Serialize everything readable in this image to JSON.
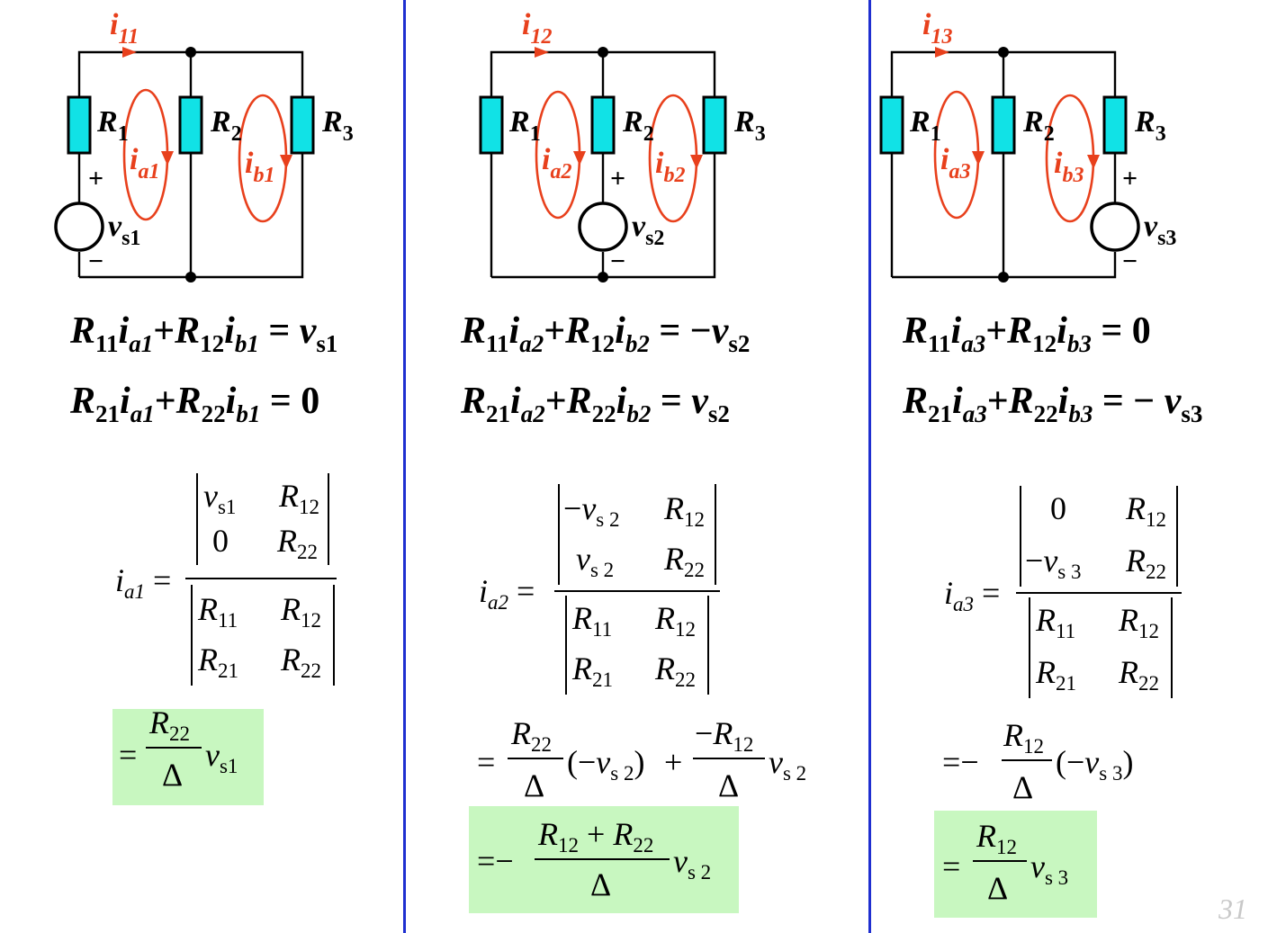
{
  "colors": {
    "divider": "#1f2fd0",
    "resistor": "#11e2e6",
    "current": "#e8401c",
    "highlight": "#c8f7c0",
    "page_number": "#c8c8c8"
  },
  "icons": {
    "resistor": "resistor-icon",
    "source": "voltage-source-icon",
    "node": "node-dot-icon",
    "loop": "mesh-loop-arrow-icon"
  },
  "page_number": "31",
  "panels": [
    {
      "circuit": {
        "branch_current": {
          "main": "i",
          "sub": "11"
        },
        "resistors": [
          {
            "main": "R",
            "sub": "1"
          },
          {
            "main": "R",
            "sub": "2"
          },
          {
            "main": "R",
            "sub": "3"
          }
        ],
        "loops": [
          {
            "main": "i",
            "sub": "a1"
          },
          {
            "main": "i",
            "sub": "b1"
          }
        ],
        "source": {
          "main": "v",
          "sub": "s1",
          "plus": "+",
          "minus": "−"
        }
      },
      "equations": [
        {
          "r_a": "11",
          "i_a": "a1",
          "r_b": "12",
          "i_b": "b1",
          "rhs_sign": "",
          "rhs_main": "v",
          "rhs_sub": "s1",
          "rhs_const": ""
        },
        {
          "r_a": "21",
          "i_a": "a1",
          "r_b": "22",
          "i_b": "b1",
          "rhs_sign": "",
          "rhs_main": "",
          "rhs_sub": "",
          "rhs_const": "0"
        }
      ],
      "solution": {
        "lhs_sub": "a1",
        "numerator": [
          [
            {
              "pre": "",
              "main": "v",
              "sub": "s1"
            },
            {
              "pre": "",
              "main": "R",
              "sub": "12"
            }
          ],
          [
            {
              "pre": "",
              "main": "0",
              "sub": ""
            },
            {
              "pre": "",
              "main": "R",
              "sub": "22"
            }
          ]
        ],
        "denominator": [
          [
            {
              "main": "R",
              "sub": "11"
            },
            {
              "main": "R",
              "sub": "12"
            }
          ],
          [
            {
              "main": "R",
              "sub": "21"
            },
            {
              "main": "R",
              "sub": "22"
            }
          ]
        ],
        "result": {
          "num_main": "R",
          "num_sub": "22",
          "den": "Δ",
          "factor_main": "v",
          "factor_sub": "s1"
        }
      }
    },
    {
      "circuit": {
        "branch_current": {
          "main": "i",
          "sub": "12"
        },
        "resistors": [
          {
            "main": "R",
            "sub": "1"
          },
          {
            "main": "R",
            "sub": "2"
          },
          {
            "main": "R",
            "sub": "3"
          }
        ],
        "loops": [
          {
            "main": "i",
            "sub": "a2"
          },
          {
            "main": "i",
            "sub": "b2"
          }
        ],
        "source": {
          "main": "v",
          "sub": "s2",
          "plus": "+",
          "minus": "−"
        }
      },
      "equations": [
        {
          "r_a": "11",
          "i_a": "a2",
          "r_b": "12",
          "i_b": "b2",
          "rhs_sign": "−",
          "rhs_main": "v",
          "rhs_sub": "s2",
          "rhs_const": ""
        },
        {
          "r_a": "21",
          "i_a": "a2",
          "r_b": "22",
          "i_b": "b2",
          "rhs_sign": "",
          "rhs_main": "v",
          "rhs_sub": "s2",
          "rhs_const": ""
        }
      ],
      "solution": {
        "lhs_sub": "a2",
        "numerator": [
          [
            {
              "pre": "−",
              "main": "v",
              "sub": "s 2"
            },
            {
              "pre": "",
              "main": "R",
              "sub": "12"
            }
          ],
          [
            {
              "pre": "",
              "main": "v",
              "sub": "s 2"
            },
            {
              "pre": "",
              "main": "R",
              "sub": "22"
            }
          ]
        ],
        "denominator": [
          [
            {
              "main": "R",
              "sub": "11"
            },
            {
              "main": "R",
              "sub": "12"
            }
          ],
          [
            {
              "main": "R",
              "sub": "21"
            },
            {
              "main": "R",
              "sub": "22"
            }
          ]
        ],
        "expansion": {
          "t1_num_main": "R",
          "t1_num_sub": "22",
          "t1_den": "Δ",
          "t1_factor_open": "(−",
          "t1_factor_main": "v",
          "t1_factor_sub": "s 2",
          "t1_factor_close": ")",
          "plus": "+",
          "t2_num_pre": "−",
          "t2_num_main": "R",
          "t2_num_sub": "12",
          "t2_den": "Δ",
          "t2_factor_main": "v",
          "t2_factor_sub": "s 2"
        },
        "result": {
          "sign": "−",
          "num_a_main": "R",
          "num_a_sub": "12",
          "num_op": "+",
          "num_b_main": "R",
          "num_b_sub": "22",
          "den": "Δ",
          "factor_main": "v",
          "factor_sub": "s 2"
        }
      }
    },
    {
      "circuit": {
        "branch_current": {
          "main": "i",
          "sub": "13"
        },
        "resistors": [
          {
            "main": "R",
            "sub": "1"
          },
          {
            "main": "R",
            "sub": "2"
          },
          {
            "main": "R",
            "sub": "3"
          }
        ],
        "loops": [
          {
            "main": "i",
            "sub": "a3"
          },
          {
            "main": "i",
            "sub": "b3"
          }
        ],
        "source": {
          "main": "v",
          "sub": "s3",
          "plus": "+",
          "minus": "−"
        }
      },
      "equations": [
        {
          "r_a": "11",
          "i_a": "a3",
          "r_b": "12",
          "i_b": "b3",
          "rhs_sign": "",
          "rhs_main": "",
          "rhs_sub": "",
          "rhs_const": "0"
        },
        {
          "r_a": "21",
          "i_a": "a3",
          "r_b": "22",
          "i_b": "b3",
          "rhs_sign": "− ",
          "rhs_main": "v",
          "rhs_sub": "s3",
          "rhs_const": ""
        }
      ],
      "solution": {
        "lhs_sub": "a3",
        "numerator": [
          [
            {
              "pre": "",
              "main": "0",
              "sub": ""
            },
            {
              "pre": "",
              "main": "R",
              "sub": "12"
            }
          ],
          [
            {
              "pre": "−",
              "main": "v",
              "sub": "s 3"
            },
            {
              "pre": "",
              "main": "R",
              "sub": "22"
            }
          ]
        ],
        "denominator": [
          [
            {
              "main": "R",
              "sub": "11"
            },
            {
              "main": "R",
              "sub": "12"
            }
          ],
          [
            {
              "main": "R",
              "sub": "21"
            },
            {
              "main": "R",
              "sub": "22"
            }
          ]
        ],
        "expansion": {
          "sign": "−",
          "num_main": "R",
          "num_sub": "12",
          "den": "Δ",
          "factor_open": "(−",
          "factor_main": "v",
          "factor_sub": "s 3",
          "factor_close": ")"
        },
        "result": {
          "num_main": "R",
          "num_sub": "12",
          "den": "Δ",
          "factor_main": "v",
          "factor_sub": "s 3"
        }
      }
    }
  ]
}
